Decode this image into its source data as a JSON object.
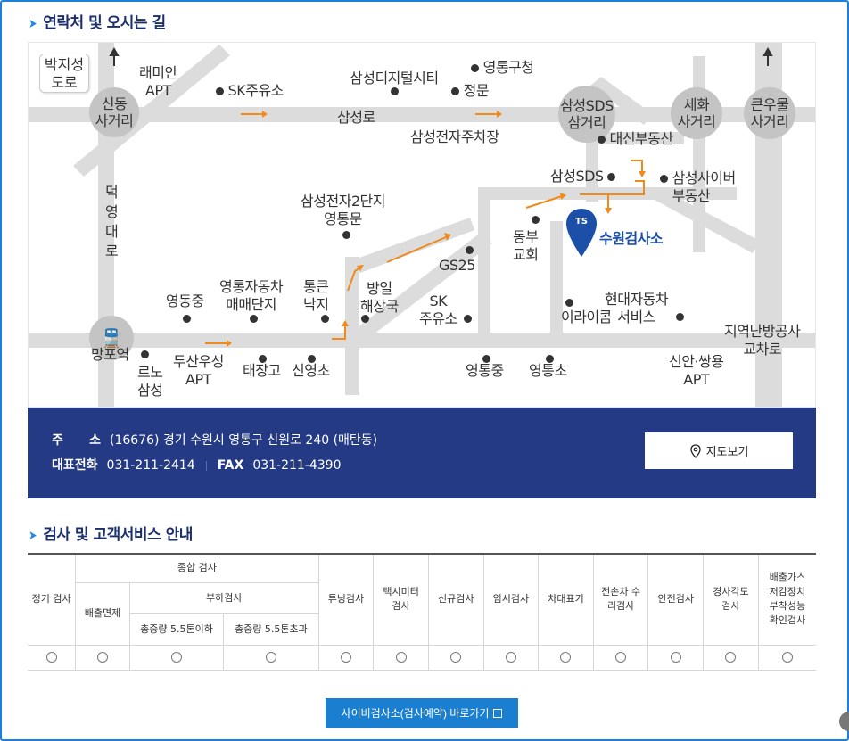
{
  "sections": {
    "contact_title": "연락처 및 오시는 길",
    "service_title": "검사 및 고객서비스 안내"
  },
  "map": {
    "road_labels": {
      "park_ji_seong": "박지성\n도로",
      "samsung_ro": "삼성로",
      "deokyeong_daero": "덕\n영\n대\n로"
    },
    "stations": {
      "sindong": "신동\n사거리",
      "samsung_sds": "삼성SDS\n삼거리",
      "sehwa": "세화\n사거리",
      "keunumul": "큰우물\n사거리",
      "mangpo": "망포역",
      "jiyeok": "지역난방공사\n교차로"
    },
    "places": [
      {
        "id": "ramian",
        "text": "래미안\nAPT",
        "dot": false
      },
      {
        "id": "sk-gas1",
        "text": "SK주유소",
        "dot": true
      },
      {
        "id": "samsung-digital-city",
        "text": "삼성디지털시티",
        "dot": false
      },
      {
        "id": "yeongtong-gu",
        "text": "영통구청",
        "dot": true
      },
      {
        "id": "jeongmun",
        "text": "정문",
        "dot": true
      },
      {
        "id": "samsung-parking",
        "text": "삼성전자주차장",
        "dot": false
      },
      {
        "id": "daesin",
        "text": "대신부동산",
        "dot": true
      },
      {
        "id": "samsung-sds",
        "text": "삼성SDS",
        "dot": true
      },
      {
        "id": "samsung-cyber",
        "text": "삼성사이버\n부동산",
        "dot": true
      },
      {
        "id": "samsung-gate2",
        "text": "삼성전자2단지\n영통문",
        "dot": true
      },
      {
        "id": "dongbu-church",
        "text": "동부\n교회",
        "dot": true
      },
      {
        "id": "gs25",
        "text": "GS25",
        "dot": true
      },
      {
        "id": "yeongdong-mid",
        "text": "영동중",
        "dot": true
      },
      {
        "id": "car-market",
        "text": "영통자동차\n매매단지",
        "dot": true
      },
      {
        "id": "tongkeun",
        "text": "통큰\n낙지",
        "dot": true
      },
      {
        "id": "bangil",
        "text": "방일\n해장국",
        "dot": true
      },
      {
        "id": "sk-gas2",
        "text": "SK\n주유소",
        "dot": true
      },
      {
        "id": "irae",
        "text": "이라이콤",
        "dot": true
      },
      {
        "id": "hyundai",
        "text": "현대자동차\n서비스",
        "dot": true
      },
      {
        "id": "reuno",
        "text": "르노\n삼성",
        "dot": true
      },
      {
        "id": "dusan",
        "text": "두산우성\nAPT",
        "dot": false
      },
      {
        "id": "taejang",
        "text": "태장고",
        "dot": true
      },
      {
        "id": "sinyeong",
        "text": "신영초",
        "dot": true
      },
      {
        "id": "yeongtong-mid",
        "text": "영통중",
        "dot": true
      },
      {
        "id": "yeongtong-ele",
        "text": "영통초",
        "dot": true
      },
      {
        "id": "sinan",
        "text": "신안·쌍용\nAPT",
        "dot": false
      }
    ],
    "destination": "수원검사소",
    "marker_text": "TS"
  },
  "info": {
    "address_label": "주      소",
    "address_value": "(16676) 경기 수원시 영통구 신원로 240 (매탄동)",
    "phone_label": "대표전화",
    "phone_value": "031-211-2414",
    "fax_label": "FAX",
    "fax_value": "031-211-4390",
    "map_button": "지도보기"
  },
  "service_table": {
    "headers": {
      "regular": "정기 검사",
      "comprehensive": "종합 검사",
      "emission_exempt": "배출면제",
      "load_test": "부하검사",
      "under55": "총중량 5.5톤이하",
      "over55": "총중량 5.5톤초과",
      "tuning": "튜닝검사",
      "taximeter": "택시미터\n검사",
      "new": "신규검사",
      "temporary": "임시검사",
      "vin": "차대표기",
      "damaged": "전손차 수\n리검사",
      "safety": "안전검사",
      "light": "경사각도\n검사",
      "emission_device": "배출가스\n저감장치\n부착성능\n확인검사"
    }
  },
  "cyber_button": "사이버검사소(검사예약) 바로가기",
  "colors": {
    "accent_blue": "#1e7fd8",
    "navy": "#243a84",
    "arrow_orange": "#f08a1a",
    "road_gray": "#dcdcdc",
    "marker_blue": "#1b4fa8"
  }
}
